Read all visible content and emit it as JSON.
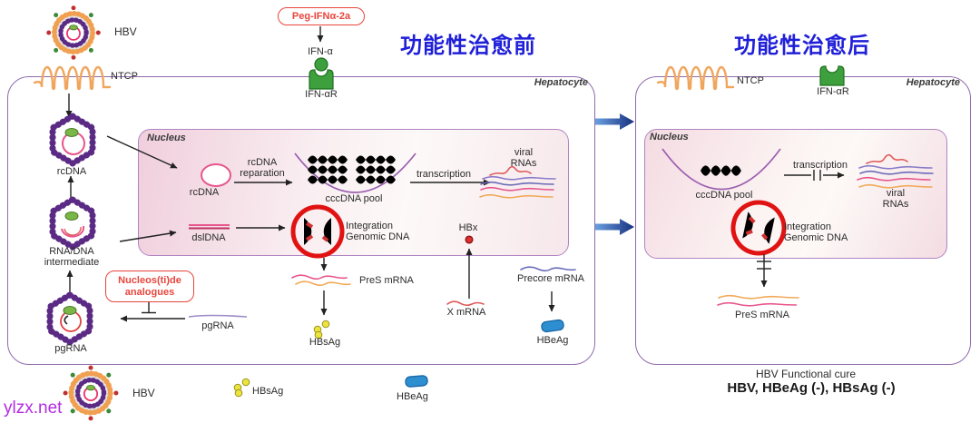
{
  "colors": {
    "title_blue": "#1f1fd9",
    "cell_border": "#8f6bad",
    "nucleus_border": "#b184c2",
    "red_accent": "#e8453c",
    "red_circle": "#e01212",
    "chromosome_blue": "#42a8d8",
    "cccdna_pink": "#d63a6a",
    "ntcp_orange": "#f0a55c",
    "receptor_green": "#3da03c",
    "hbsag_yellow": "#ece43c",
    "hbeag_blue": "#2e8fd0",
    "watermark_purple": "#b32ce0",
    "blue_arrow": "#1a3fae"
  },
  "left_panel": {
    "title": "功能性治愈前",
    "hepatocyte": "Hepatocyte",
    "hbv": "HBV",
    "ntcp": "NTCP",
    "peg_ifn": "Peg-IFNα-2a",
    "ifn_alpha": "IFN-α",
    "ifn_receptor": "IFN-αR",
    "nucleus": "Nucleus",
    "rcdna_capsid": "rcDNA",
    "rna_dna_line1": "RNA/DNA",
    "rna_dna_line2": "intermediate",
    "pgrna_capsid": "pgRNA",
    "na_line1": "Nucleos(ti)de",
    "na_line2": "analogues",
    "pgrna_transcript": "pgRNA",
    "rcdna_nucleus": "rcDNA",
    "reparation_line1": "rcDNA",
    "reparation_line2": "reparation",
    "cccdna_pool": "cccDNA pool",
    "transcription": "transcription",
    "viral_line1": "viral",
    "viral_line2": "RNAs",
    "dsldna": "dslDNA",
    "integration_line1": "Integration",
    "integration_line2": "Genomic DNA",
    "pres_mrna": "PreS mRNA",
    "hbsag": "HBsAg",
    "hbx": "HBx",
    "x_mrna": "X mRNA",
    "precore_mrna": "Precore mRNA",
    "hbeag": "HBeAg"
  },
  "right_panel": {
    "title": "功能性治愈后",
    "hepatocyte": "Hepatocyte",
    "ntcp": "NTCP",
    "ifn_receptor": "IFN-αR",
    "nucleus": "Nucleus",
    "cccdna_pool": "cccDNA pool",
    "transcription": "transcription",
    "viral_line1": "viral",
    "viral_line2": "RNAs",
    "integration_line1": "Integration",
    "integration_line2": "Genomic DNA",
    "pres_mrna": "PreS mRNA",
    "footer_line1": "HBV Functional cure",
    "footer_line2": "HBV, HBeAg (-), HBsAg (-)"
  },
  "legend": {
    "hbv": "HBV",
    "hbsag": "HBsAg",
    "hbeag": "HBeAg"
  },
  "watermark": "ylzx.net"
}
